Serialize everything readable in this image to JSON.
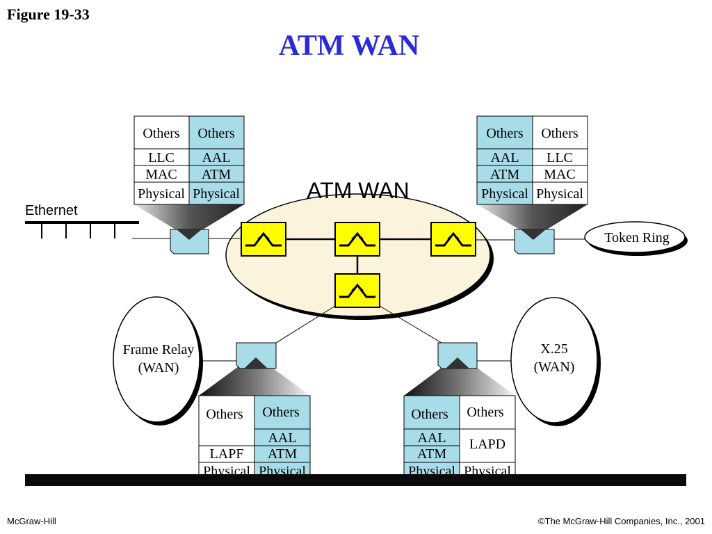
{
  "figure_label": "Figure 19-33",
  "slide_title": "ATM WAN",
  "cloud_label": "ATM WAN",
  "networks": {
    "ethernet": "Ethernet",
    "token_ring": "Token Ring",
    "frame_relay": [
      "Frame Relay",
      "(WAN)"
    ],
    "x25": [
      "X.25",
      "(WAN)"
    ]
  },
  "stacks": {
    "top_left": {
      "left": [
        "Others",
        "LLC",
        "MAC",
        "Physical"
      ],
      "right": [
        "Others",
        "AAL",
        "ATM",
        "Physical"
      ]
    },
    "top_right": {
      "left": [
        "Others",
        "AAL",
        "ATM",
        "Physical"
      ],
      "right": [
        "Others",
        "LLC",
        "MAC",
        "Physical"
      ]
    },
    "bottom_left": {
      "left": [
        "Others",
        "LAPF",
        "Physical"
      ],
      "right": [
        "Others",
        "AAL",
        "ATM",
        "Physical"
      ]
    },
    "bottom_right": {
      "left": [
        "Others",
        "AAL",
        "ATM",
        "Physical"
      ],
      "right": [
        "Others",
        "LAPD",
        "Physical"
      ]
    }
  },
  "footer": {
    "publisher": "McGraw-Hill",
    "copyright": "©The McGraw-Hill Companies, Inc., 2001"
  },
  "colors": {
    "title": "#2b2bd6",
    "atm_cell": "#a8dce8",
    "switch": "#ffff00",
    "cloud": "#fbf3dc"
  }
}
